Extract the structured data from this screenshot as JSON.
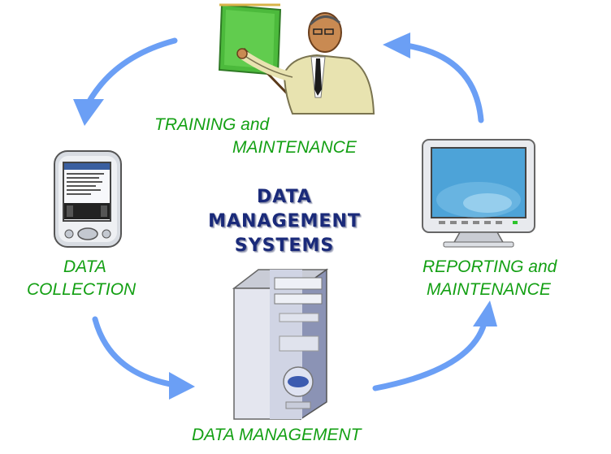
{
  "center_title": {
    "line1": "DATA",
    "line2": "MANAGEMENT",
    "line3": "SYSTEMS"
  },
  "labels": {
    "training": {
      "line1": "TRAINING and",
      "line2": "MAINTENANCE"
    },
    "collection": {
      "line1": "DATA",
      "line2": "COLLECTION"
    },
    "reporting": {
      "line1": "REPORTING and",
      "line2": "MAINTENANCE"
    },
    "management": {
      "line1": "DATA MANAGEMENT"
    }
  },
  "colors": {
    "arrow": "#6b9ff5",
    "label_text": "#14a014",
    "title_text": "#1a2a7a"
  },
  "icons": [
    "trainer-with-board-icon",
    "pda-device-icon",
    "computer-tower-icon",
    "crt-monitor-icon"
  ]
}
